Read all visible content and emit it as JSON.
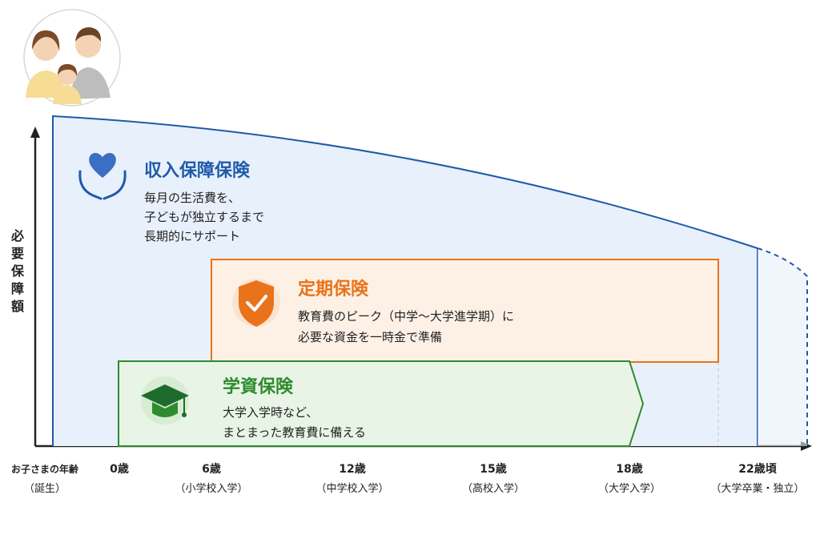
{
  "y_axis_label": "必要保障額",
  "x_axis": {
    "origin_label": "お子さまの年齢",
    "origin_sublabel": "（誕生）",
    "ticks": [
      {
        "label": "0歳",
        "sublabel": ""
      },
      {
        "label": "6歳",
        "sublabel": "（小学校入学）"
      },
      {
        "label": "12歳",
        "sublabel": "（中学校入学）"
      },
      {
        "label": "15歳",
        "sublabel": "（高校入学）"
      },
      {
        "label": "18歳",
        "sublabel": "（大学入学）"
      },
      {
        "label": "22歳頃",
        "sublabel": "（大学卒業・独立）"
      }
    ]
  },
  "income_insurance": {
    "title": "収入保障保険",
    "lines": [
      "毎月の生活費を、",
      "子どもが独立するまで",
      "長期的にサポート"
    ],
    "icon": "heart-hands-icon",
    "color": "#1f5aa8",
    "fill": "#e8f0fb"
  },
  "term_insurance": {
    "title": "定期保険",
    "lines": [
      "教育費のピーク（中学〜大学進学期）に",
      "必要な資金を一時金で準備"
    ],
    "icon": "shield-check-icon",
    "color": "#e8731a",
    "fill": "#fdf1e6"
  },
  "education_insurance": {
    "title": "学資保険",
    "lines": [
      "大学入学時など、",
      "まとまった教育費に備える"
    ],
    "icon": "graduation-cap-icon",
    "color": "#2e8b2e",
    "fill": "#e8f4e6"
  },
  "family_icon": "family-icon"
}
